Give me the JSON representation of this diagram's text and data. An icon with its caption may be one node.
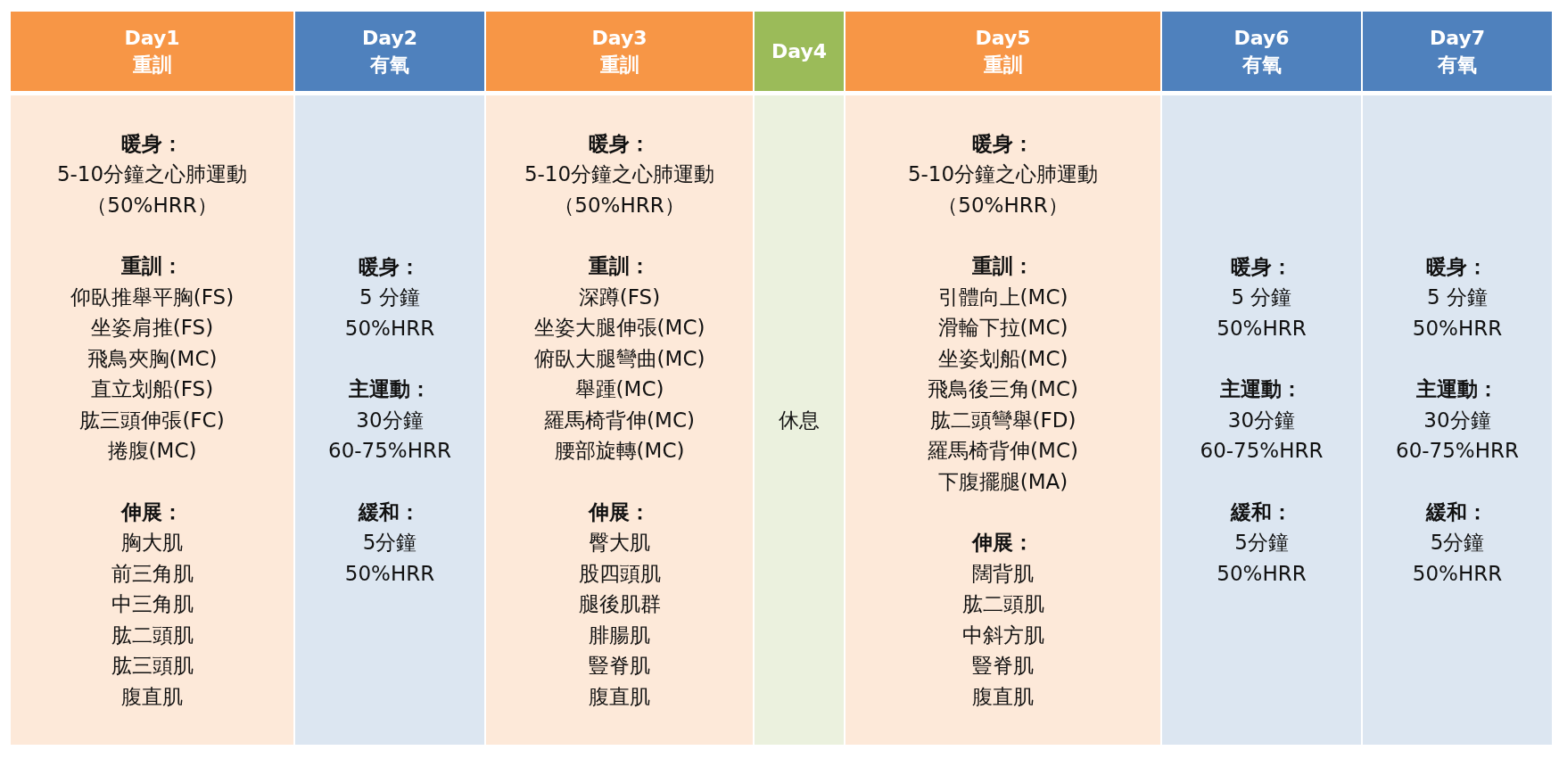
{
  "diagram": {
    "nodes": [
      {
        "text": [
          "Day1",
          "重訓"
        ]
      },
      {
        "text": [
          "Day2",
          "有氧"
        ]
      },
      {
        "text": [
          "Day3",
          "重訓"
        ]
      },
      {
        "text": [
          "Day4"
        ]
      },
      {
        "text": [
          "Day5",
          "重訓"
        ]
      },
      {
        "text": [
          "Day6",
          "有氧"
        ]
      },
      {
        "text": [
          "Day7",
          "有氧"
        ]
      },
      {
        "text": [],
        "shape": "box"
      },
      {
        "text": [
          "暖身：",
          "5-10分鐘之心肺運動",
          "（50%HRR）"
        ],
        "in": 7
      },
      {
        "text": [
          "重訓：",
          "仰臥推舉平胸(FS)",
          "坐姿肩推(FS)",
          "飛鳥夾胸(MC)",
          "直立划船(FS)",
          "肱三頭伸張(FC)",
          "捲腹(MC)"
        ],
        "in": 7
      },
      {
        "text": [
          "伸展：",
          "胸大肌",
          "前三角肌",
          "中三角肌",
          "肱二頭肌",
          "肱三頭肌",
          "腹直肌"
        ],
        "in": 7
      },
      {
        "text": [],
        "shape": "box"
      },
      {
        "text": [
          "暖身：",
          "5 分鐘",
          "50%HRR"
        ],
        "in": 11
      },
      {
        "text": [
          "主運動：",
          "30分鐘",
          "60-75%HRR"
        ],
        "in": 11
      },
      {
        "text": [
          "緩和：",
          "5分鐘",
          "50%HRR"
        ],
        "in": 11
      },
      {
        "text": [],
        "shape": "box"
      },
      {
        "text": [
          "暖身：",
          "5-10分鐘之心肺運動",
          "（50%HRR）"
        ],
        "in": 15
      },
      {
        "text": [
          "重訓：",
          "深蹲(FS)",
          "坐姿大腿伸張(MC)",
          "俯臥大腿彎曲(MC)",
          "舉踵(MC)",
          "羅馬椅背伸(MC)",
          "腰部旋轉(MC)"
        ],
        "in": 15
      },
      {
        "text": [
          "伸展：",
          "臀大肌",
          "股四頭肌",
          "腿後肌群",
          "腓腸肌",
          "豎脊肌",
          "腹直肌"
        ],
        "in": 15
      },
      {
        "text": [
          "休息"
        ]
      },
      {
        "text": [],
        "shape": "box"
      },
      {
        "text": [
          "暖身：",
          "5-10分鐘之心肺運動",
          "（50%HRR）"
        ],
        "in": 20
      },
      {
        "text": [
          "重訓：",
          "引體向上(MC)",
          "滑輪下拉(MC)",
          "坐姿划船(MC)",
          "飛鳥後三角(MC)",
          "肱二頭彎舉(FD)",
          "羅馬椅背伸(MC)",
          "下腹擺腿(MA)"
        ],
        "in": 20
      },
      {
        "text": [
          "伸展：",
          "闊背肌",
          "肱二頭肌",
          "中斜方肌",
          "豎脊肌",
          "腹直肌"
        ],
        "in": 20
      },
      {
        "text": [],
        "shape": "box"
      },
      {
        "text": [
          "暖身：",
          "5 分鐘",
          "50%HRR"
        ],
        "in": 24
      },
      {
        "text": [
          "主運動：",
          "30分鐘",
          "60-75%HRR"
        ],
        "in": 24
      },
      {
        "text": [
          "緩和：",
          "5分鐘",
          "50%HRR"
        ],
        "in": 24
      },
      {
        "text": [],
        "shape": "box"
      },
      {
        "text": [
          "暖身：",
          "5 分鐘",
          "50%HRR"
        ],
        "in": 28
      },
      {
        "text": [
          "主運動：",
          "30分鐘",
          "60-75%HRR"
        ],
        "in": 28
      },
      {
        "text": [
          "緩和：",
          "5分鐘",
          "50%HRR"
        ],
        "in": 28
      }
    ],
    "edges": []
  }
}
